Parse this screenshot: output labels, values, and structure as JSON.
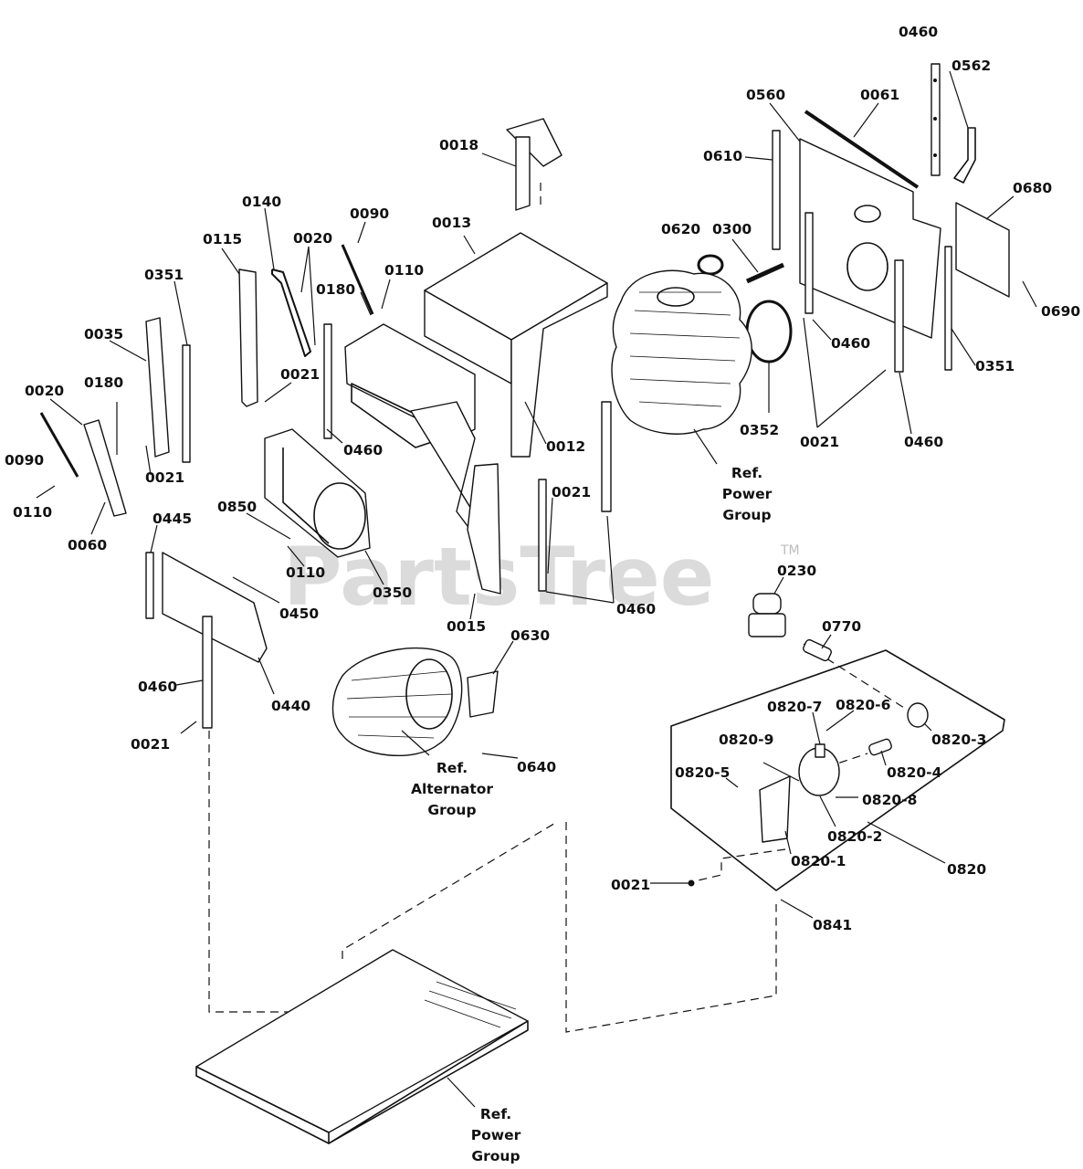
{
  "watermark": {
    "text": "PartsTree",
    "trademark": "TM"
  },
  "labels": {
    "l_0460_a": "0460",
    "l_0562": "0562",
    "l_0560": "0560",
    "l_0061": "0061",
    "l_0610": "0610",
    "l_0680": "0680",
    "l_0018": "0018",
    "l_0620": "0620",
    "l_0300": "0300",
    "l_0690": "0690",
    "l_0013": "0013",
    "l_0140": "0140",
    "l_0090_a": "0090",
    "l_0115": "0115",
    "l_0020_a": "0020",
    "l_0110_a": "0110",
    "l_0180_a": "0180",
    "l_0351_a": "0351",
    "l_0460_b": "0460",
    "l_0351_b": "0351",
    "l_0035": "0035",
    "l_0021_a": "0021",
    "l_0352": "0352",
    "l_0021_b": "0021",
    "l_0460_c": "0460",
    "l_0020_b": "0020",
    "l_0180_b": "0180",
    "l_0460_d": "0460",
    "l_0012": "0012",
    "l_0090_b": "0090",
    "l_0021_c": "0021",
    "l_0110_b": "0110",
    "l_0060": "0060",
    "l_0021_d": "0021",
    "l_0850": "0850",
    "l_0445": "0445",
    "l_0110_c": "0110",
    "l_0230": "0230",
    "l_0350": "0350",
    "l_0450": "0450",
    "l_0460_e": "0460",
    "l_0015": "0015",
    "l_0770": "0770",
    "l_0630": "0630",
    "l_0460_f": "0460",
    "l_0440": "0440",
    "l_0820_7": "0820-7",
    "l_0820_6": "0820-6",
    "l_0820_3": "0820-3",
    "l_0021_e": "0021",
    "l_0820_9": "0820-9",
    "l_0640": "0640",
    "l_0820_4": "0820-4",
    "l_0820_5": "0820-5",
    "l_0820_8": "0820-8",
    "l_0820_2": "0820-2",
    "l_0820_1": "0820-1",
    "l_0820": "0820",
    "l_0021_f": "0021",
    "l_0841": "0841"
  },
  "references": {
    "power_group_top": [
      "Ref.",
      "Power",
      "Group"
    ],
    "alternator_group": [
      "Ref.",
      "Alternator",
      "Group"
    ],
    "power_group_bottom": [
      "Ref.",
      "Power",
      "Group"
    ]
  }
}
